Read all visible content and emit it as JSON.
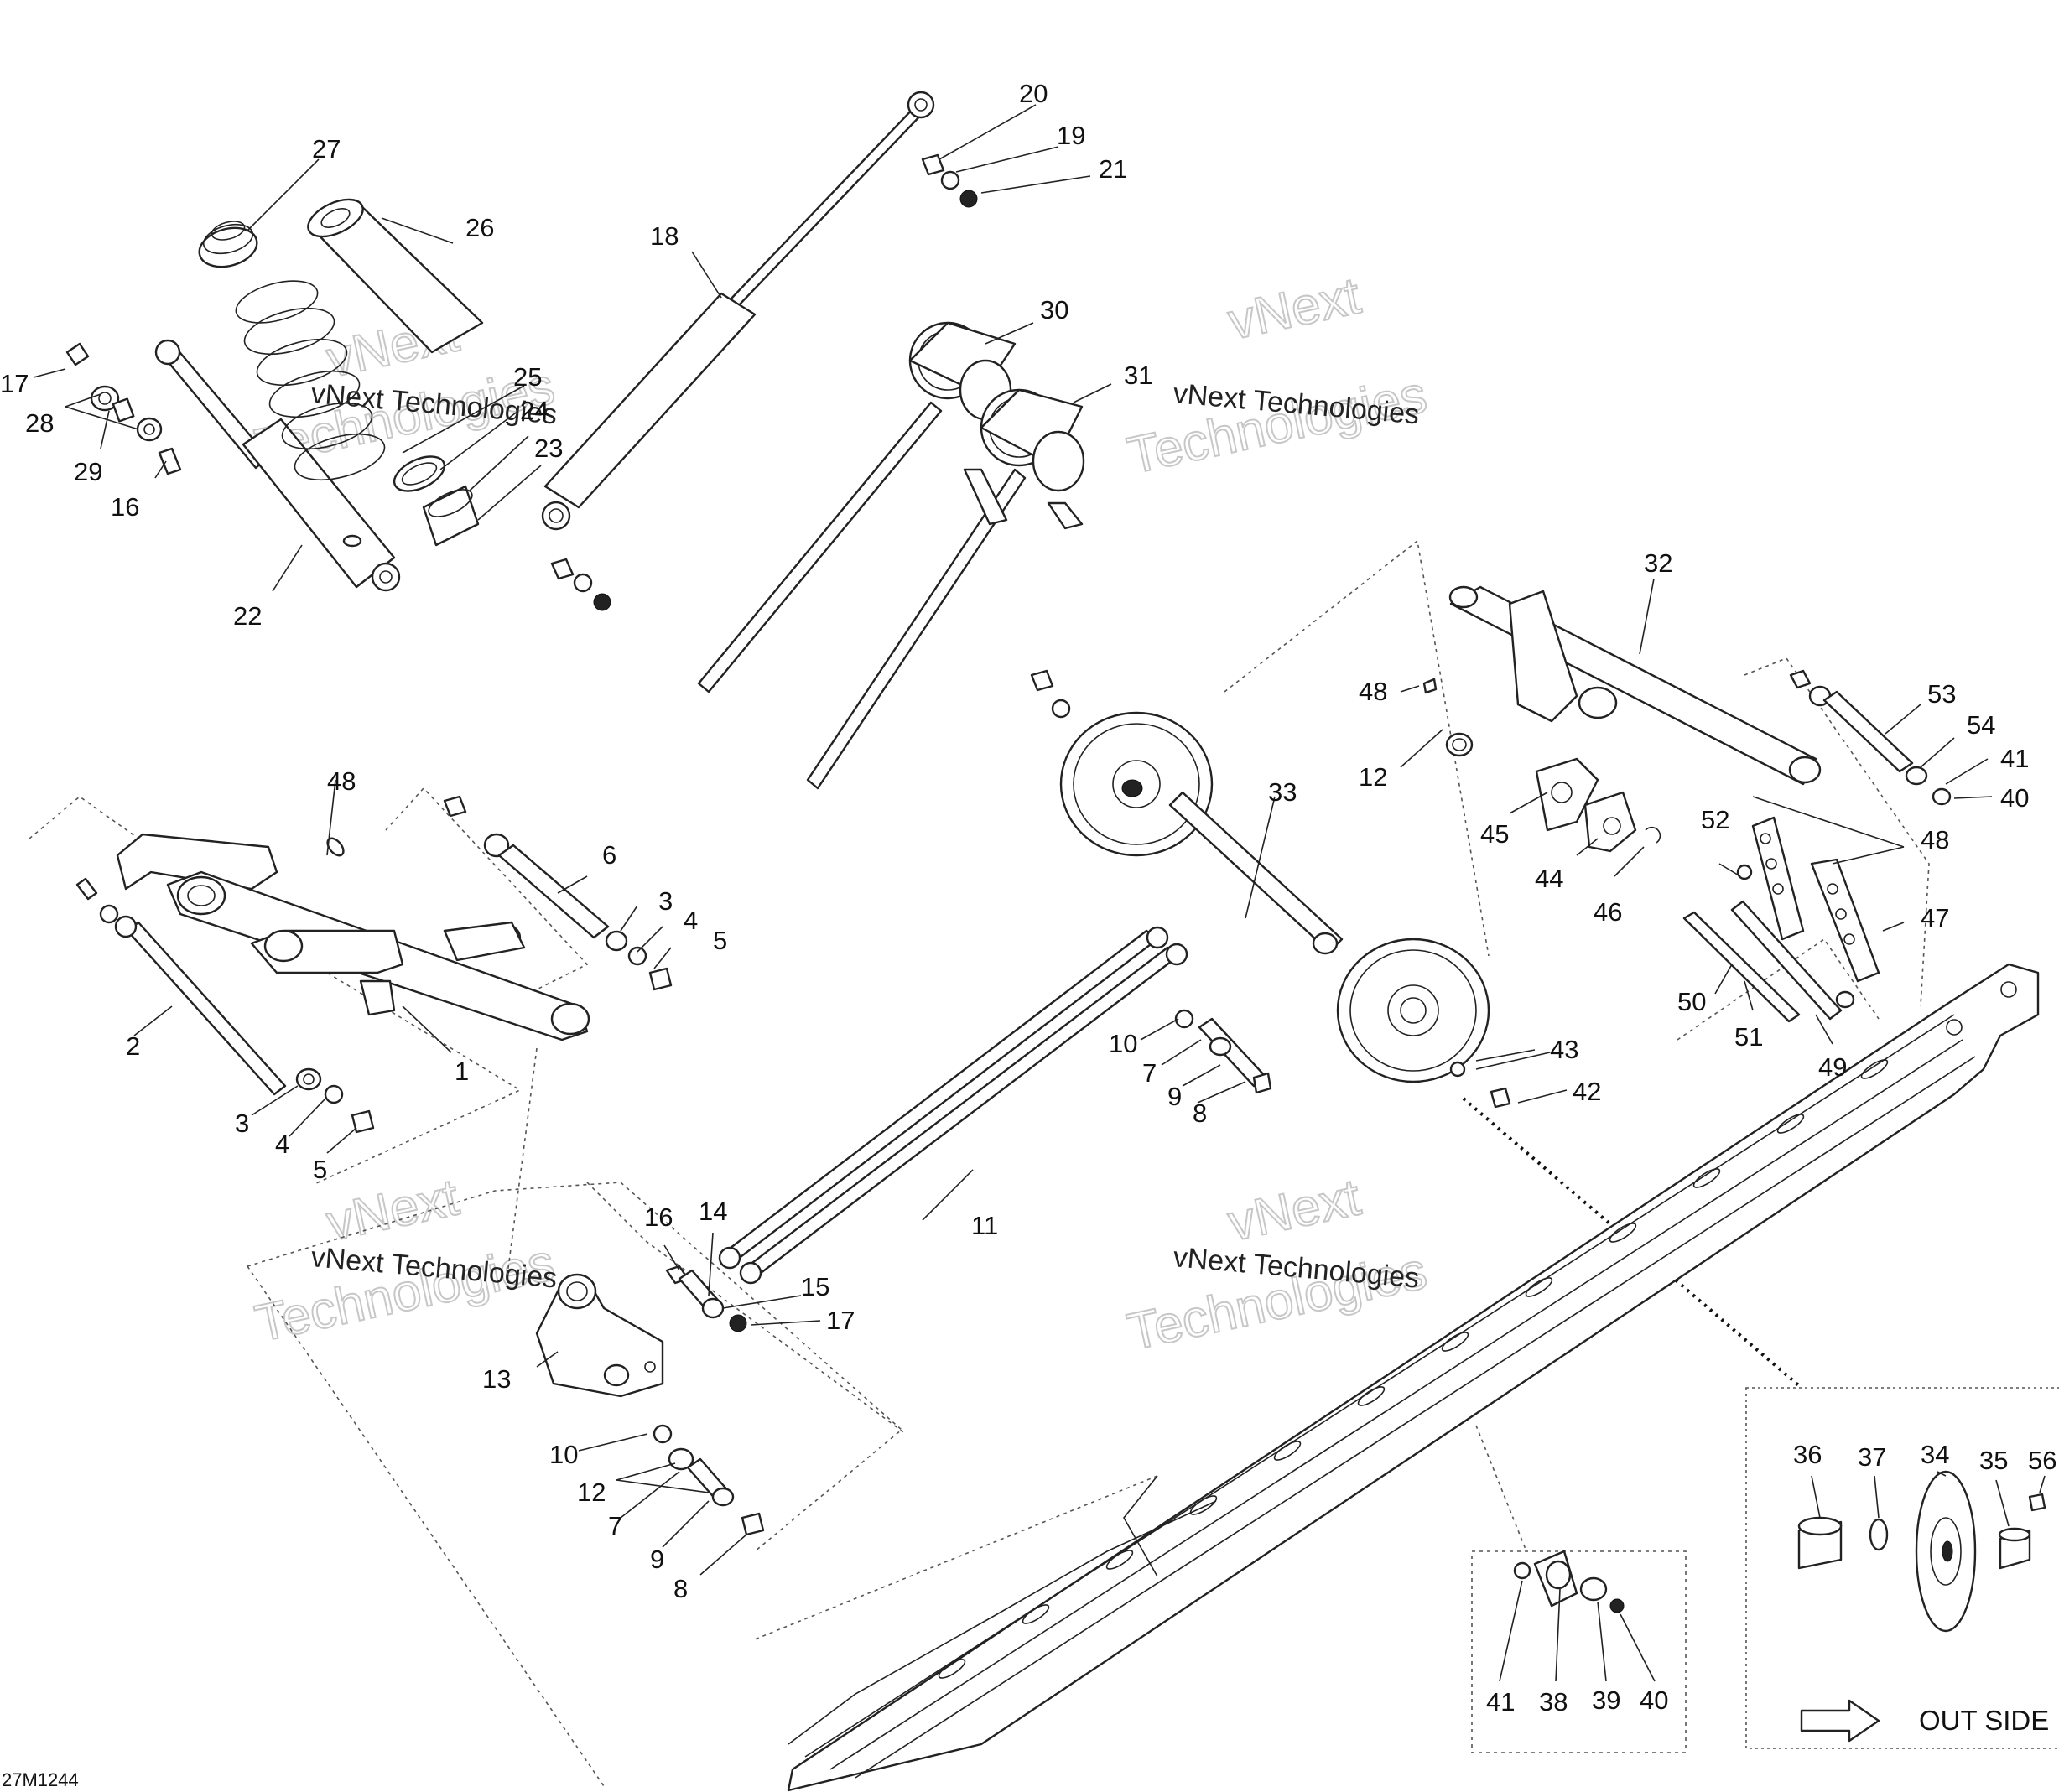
{
  "diagram": {
    "code": "27M1244",
    "watermark_line": "vNext Technologies",
    "watermark_big_1": "vNext",
    "watermark_big_2": "Technologies",
    "out_side_label": "OUT SIDE",
    "callouts": {
      "c1": "1",
      "c2": "2",
      "c3a": "3",
      "c3b": "3",
      "c4a": "4",
      "c4b": "4",
      "c5a": "5",
      "c5b": "5",
      "c6": "6",
      "c7a": "7",
      "c7b": "7",
      "c8a": "8",
      "c8b": "8",
      "c9a": "9",
      "c9b": "9",
      "c10a": "10",
      "c10b": "10",
      "c11": "11",
      "c12a": "12",
      "c12b": "12",
      "c13": "13",
      "c14": "14",
      "c15": "15",
      "c16a": "16",
      "c16b": "16",
      "c17a": "17",
      "c17b": "17",
      "c18": "18",
      "c19": "19",
      "c20": "20",
      "c21": "21",
      "c22": "22",
      "c23": "23",
      "c24": "24",
      "c25": "25",
      "c26": "26",
      "c27": "27",
      "c28": "28",
      "c29": "29",
      "c30": "30",
      "c31": "31",
      "c32": "32",
      "c33": "33",
      "c34": "34",
      "c35": "35",
      "c36": "36",
      "c37": "37",
      "c38": "38",
      "c39": "39",
      "c40a": "40",
      "c40b": "40",
      "c41a": "41",
      "c41b": "41",
      "c42": "42",
      "c43": "43",
      "c44": "44",
      "c45": "45",
      "c46": "46",
      "c47": "47",
      "c48a": "48",
      "c48b": "48",
      "c48c": "48",
      "c49": "49",
      "c50": "50",
      "c51": "51",
      "c52": "52",
      "c53": "53",
      "c54": "54",
      "c56": "56"
    }
  }
}
